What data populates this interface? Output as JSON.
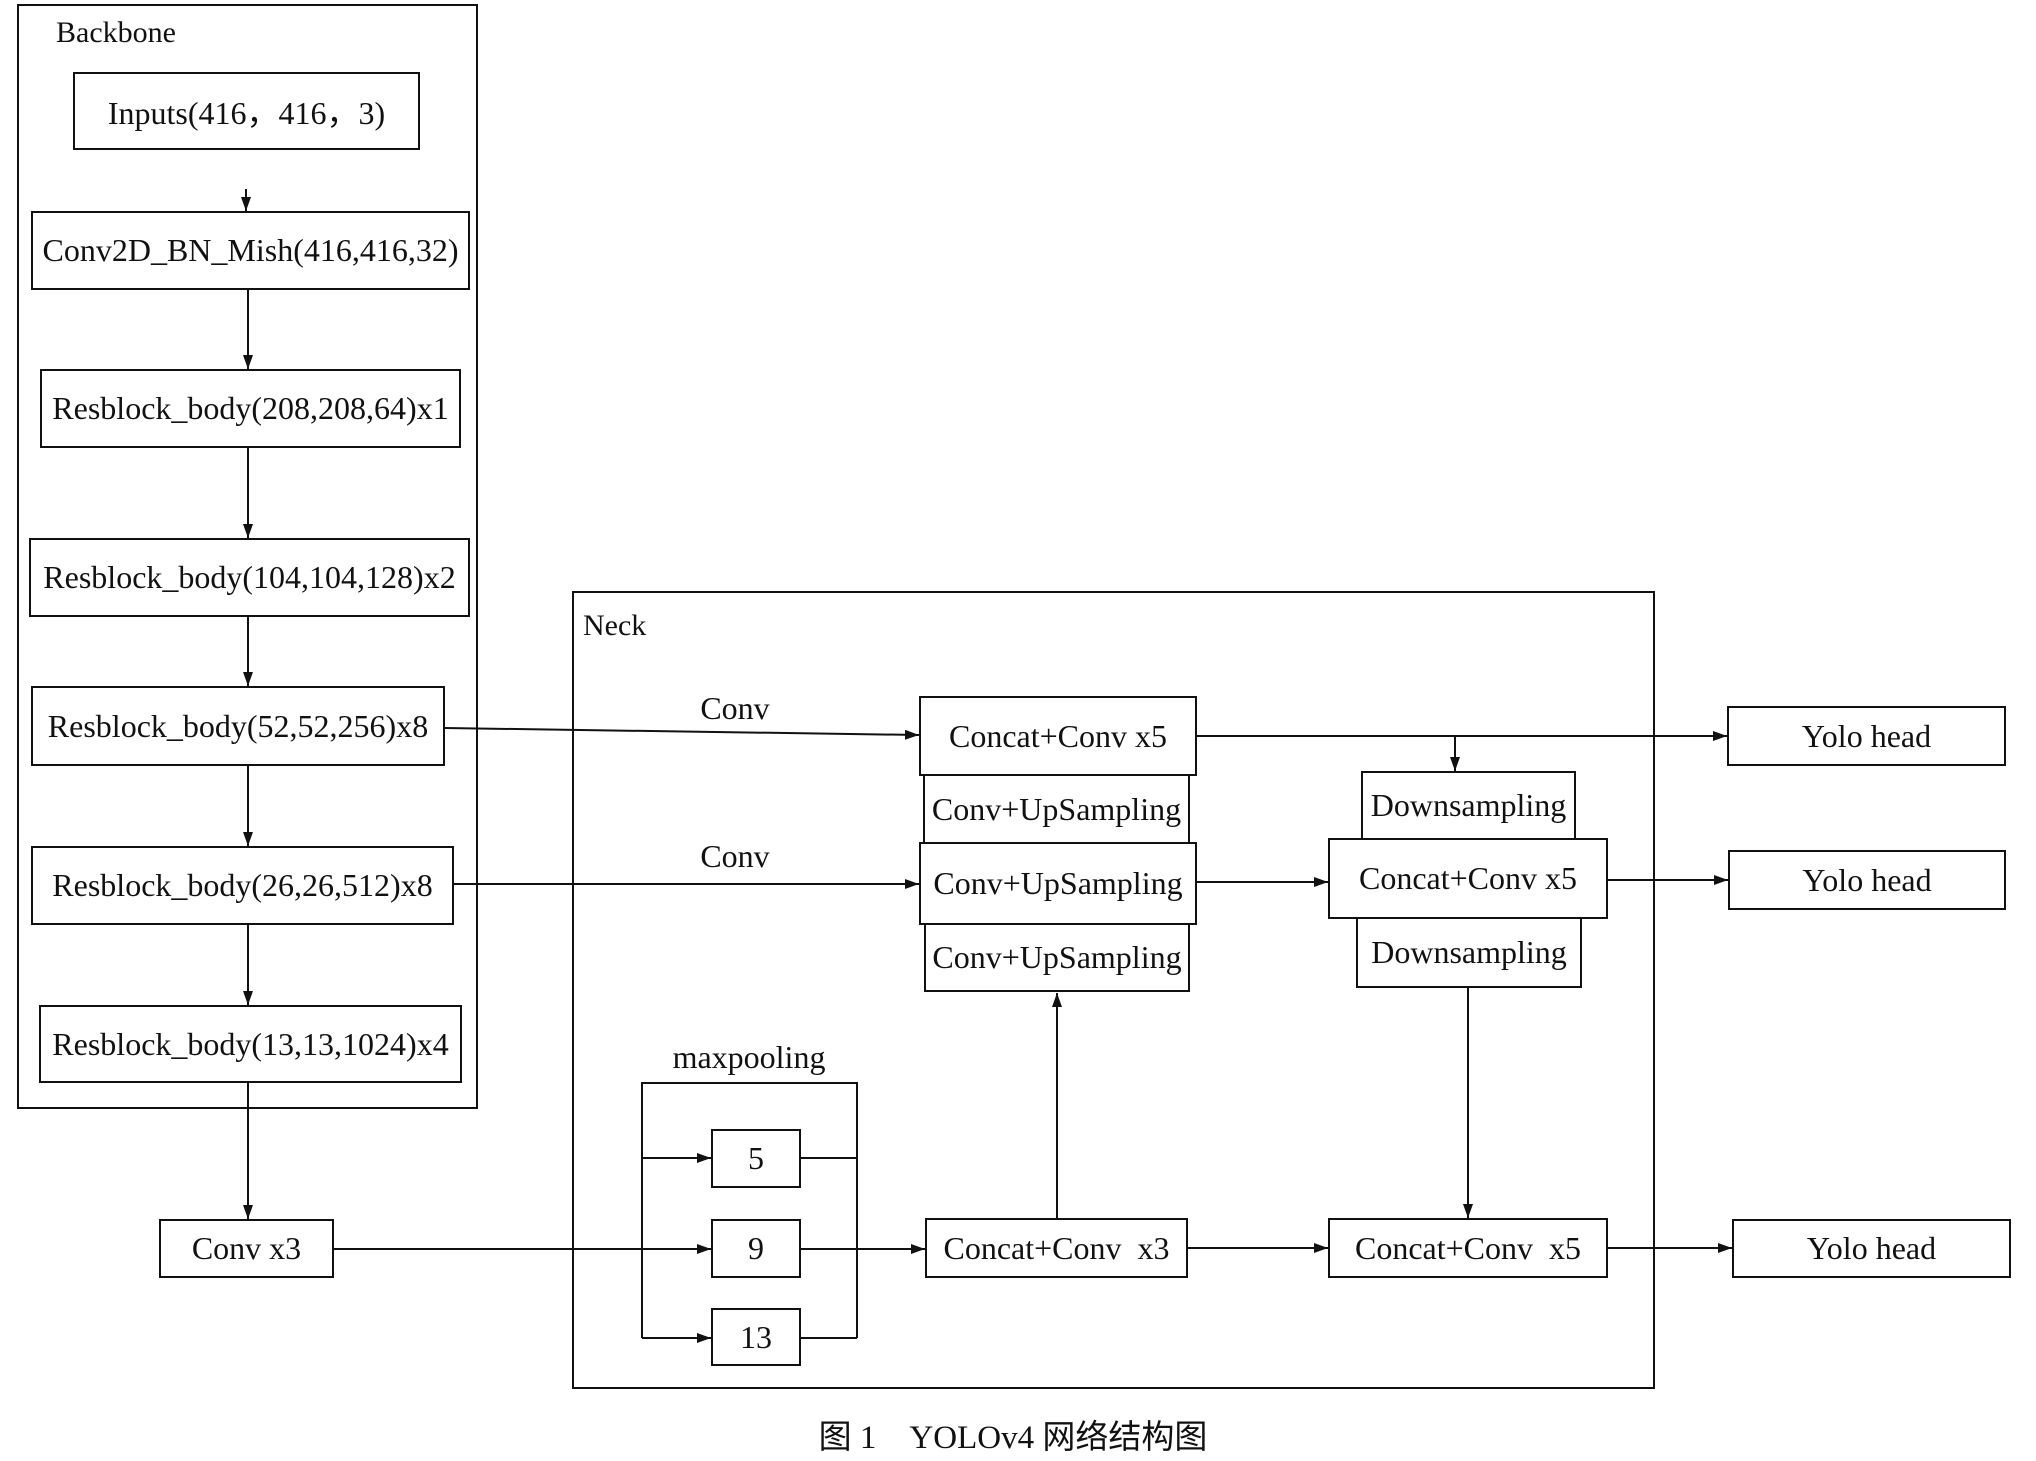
{
  "backbone": {
    "title": "Backbone",
    "input": "Inputs(416，416，3)",
    "stem": "Conv2D_BN_Mish(416,416,32)",
    "resblocks": [
      "Resblock_body(208,208,64)x1",
      "Resblock_body(104,104,128)x2",
      "Resblock_body(52,52,256)x8",
      "Resblock_body(26,26,512)x8",
      "Resblock_body(13,13,1024)x4"
    ]
  },
  "spp_input": "Conv x3",
  "neck": {
    "title": "Neck",
    "conv_labels": [
      "Conv",
      "Conv"
    ],
    "top_concat": "Concat+Conv x5",
    "upsampling": [
      "Conv+UpSampling",
      "Conv+UpSampling",
      "Conv+UpSampling"
    ],
    "downsampling": [
      "Downsampling",
      "Downsampling"
    ],
    "mid_concat": "Concat+Conv x5",
    "spp": {
      "title": "maxpooling",
      "kernels": [
        "5",
        "9",
        "13"
      ],
      "concat": "Concat+Conv  x3"
    },
    "bottom_concat": "Concat+Conv  x5"
  },
  "heads": [
    "Yolo head",
    "Yolo head",
    "Yolo head"
  ],
  "caption": "图 1　YOLOv4 网络结构图"
}
